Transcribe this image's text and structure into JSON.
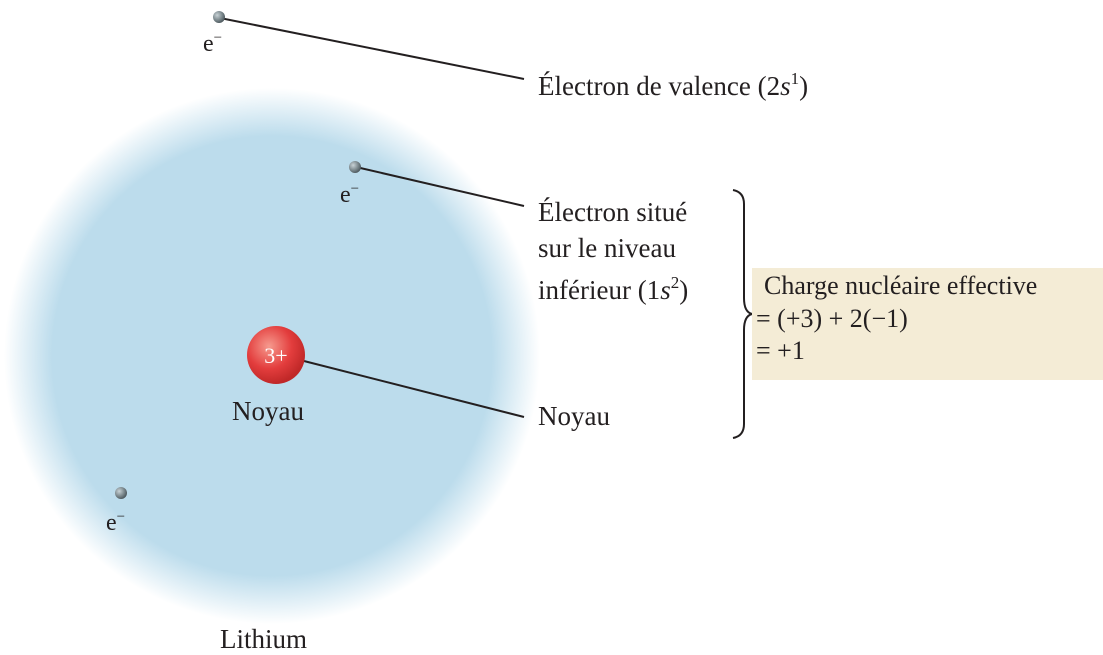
{
  "electron_symbol": "e",
  "electron_charge": "−",
  "labels": {
    "valence": {
      "text": "Électron de valence (2",
      "orbital": "s",
      "exp": "1",
      "close": ")"
    },
    "inner": {
      "line1": "Électron situé",
      "line2": "sur le niveau",
      "line3": "inférieur (1",
      "orbital": "s",
      "exp": "2",
      "close": ")"
    },
    "nucleus_pointer": "Noyau",
    "nucleus_under": "Noyau",
    "nucleus_charge": "3+",
    "atom_name": "Lithium"
  },
  "effective_charge": {
    "title": "Charge nucléaire effective",
    "line2": "= (+3) + 2(−1)",
    "line3": "= +1"
  },
  "colors": {
    "cloud": "#bcdcec",
    "nucleus": "#e33d3d",
    "electron": "#6e7b80",
    "box": "#f4ecd6",
    "line": "#231f20"
  }
}
